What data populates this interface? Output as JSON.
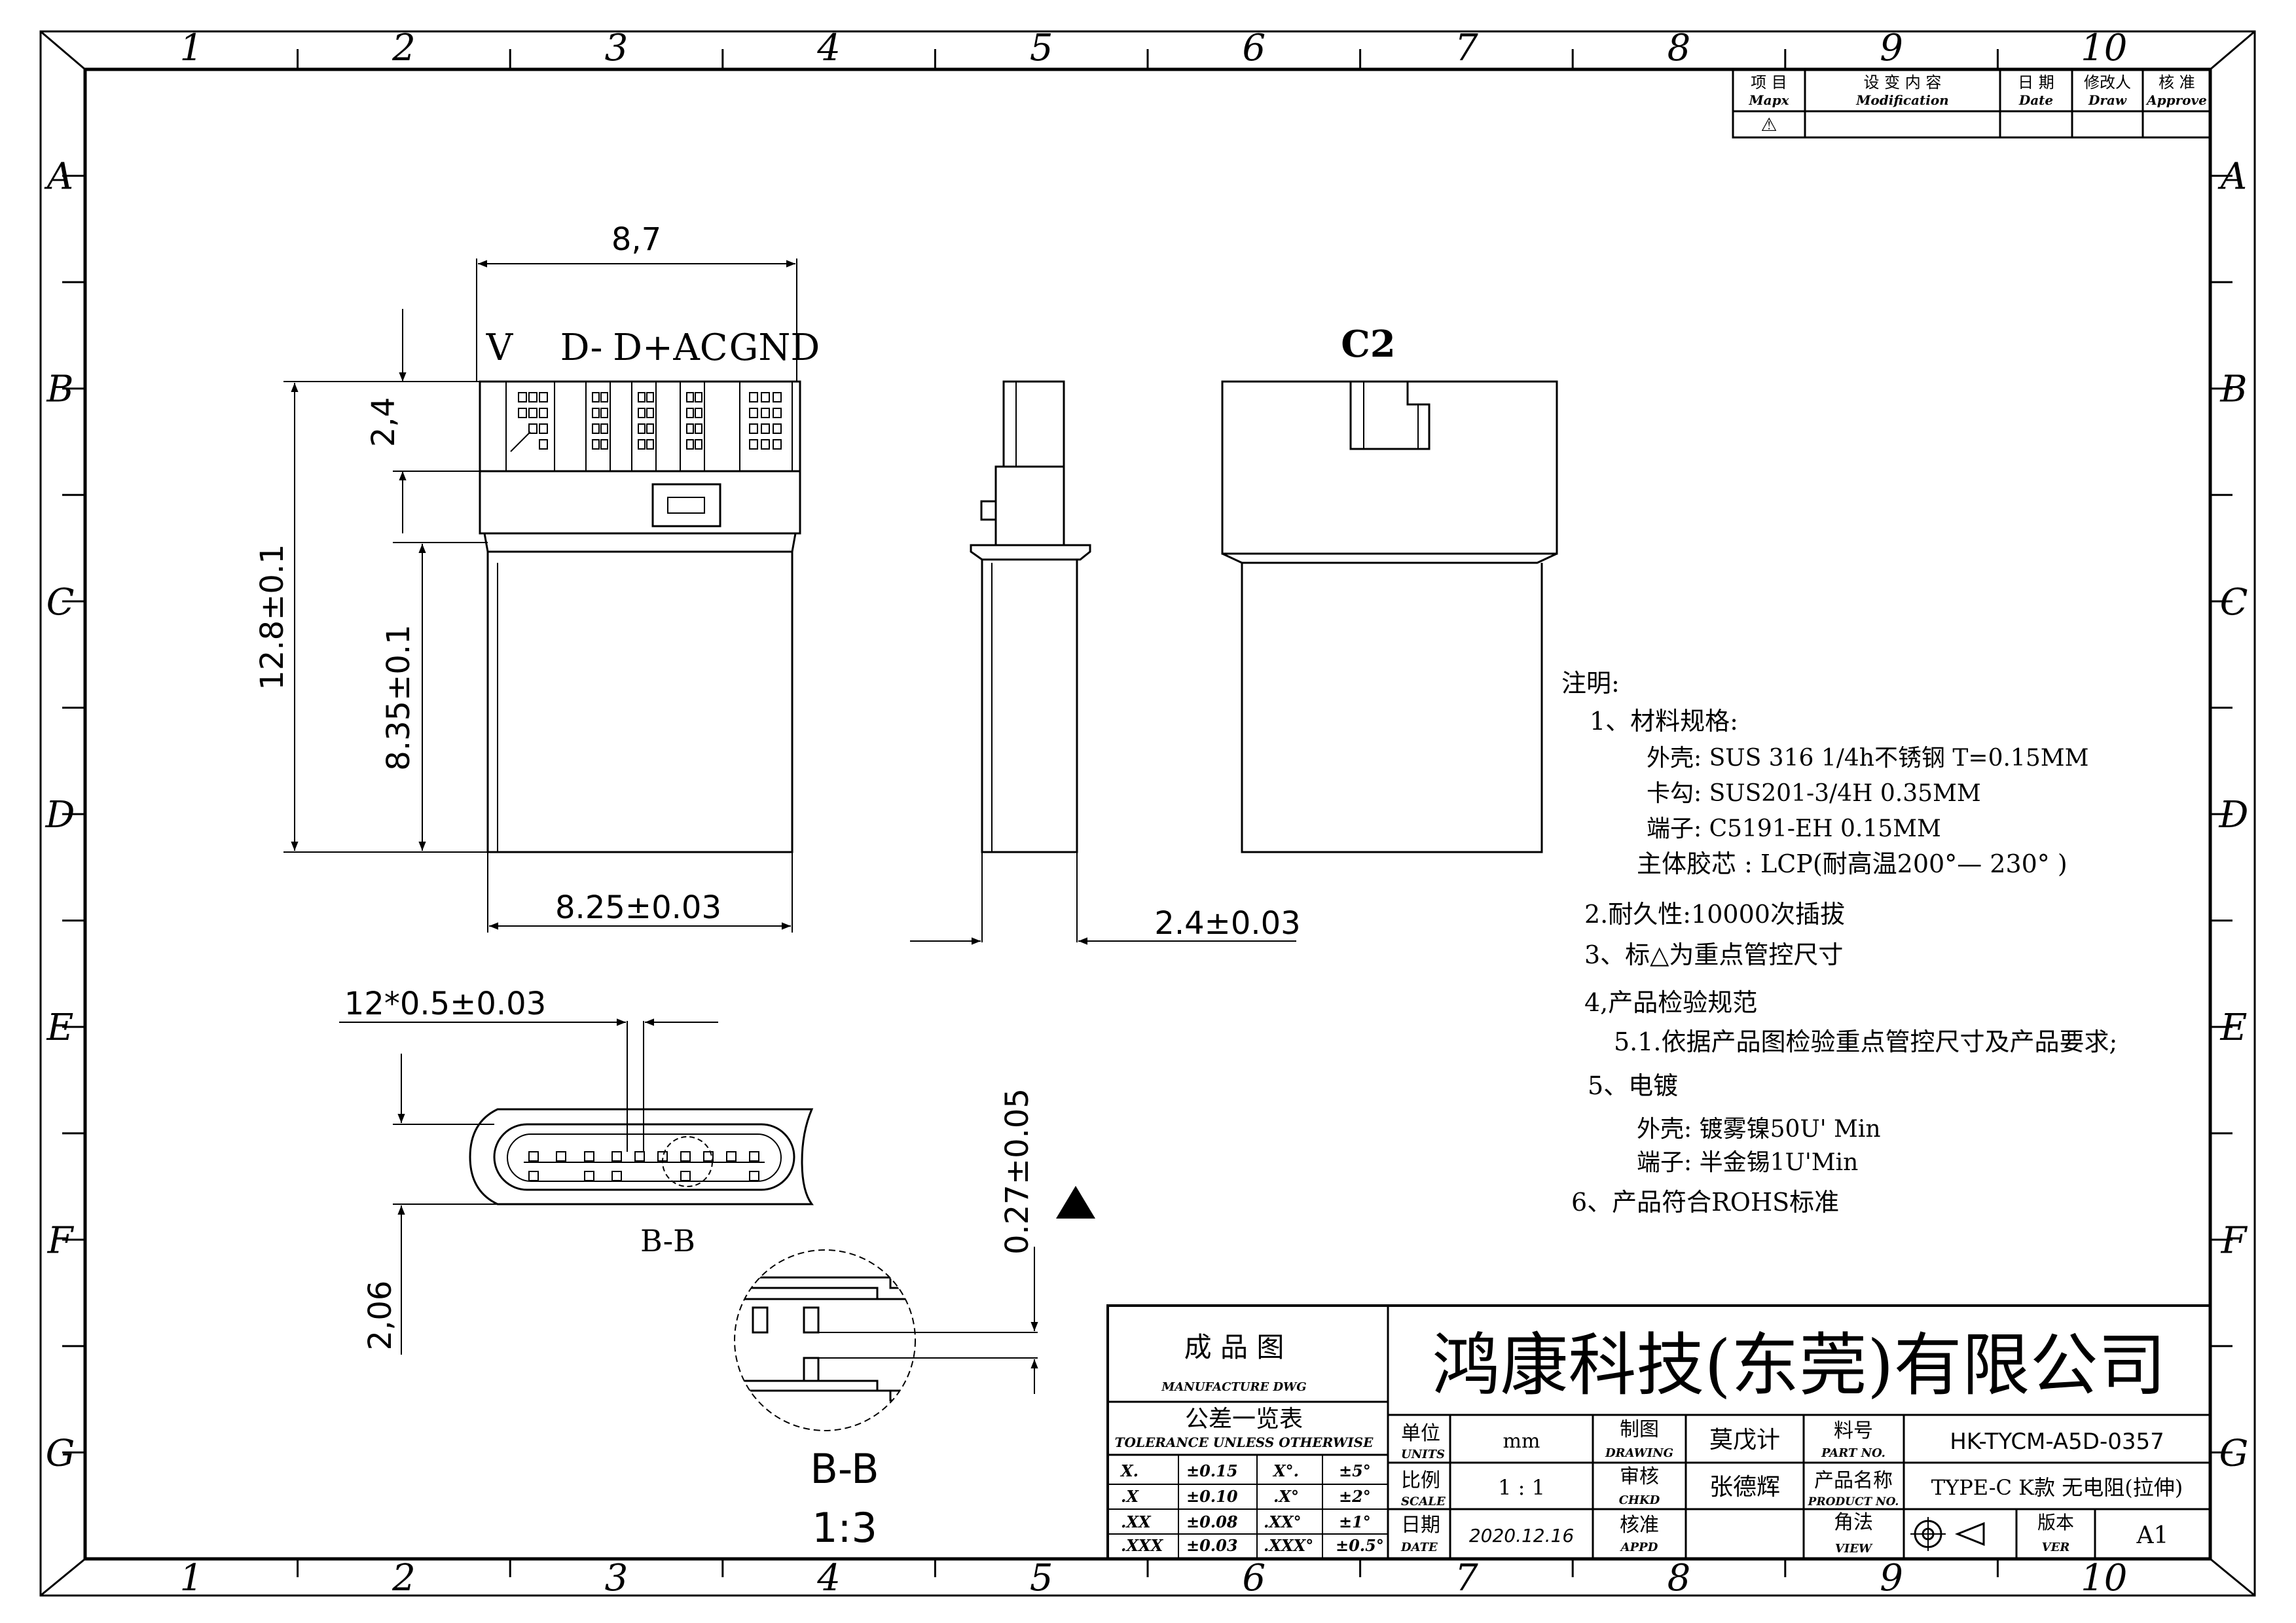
{
  "zones": {
    "columns": [
      "1",
      "2",
      "3",
      "4",
      "5",
      "6",
      "7",
      "8",
      "9",
      "10"
    ],
    "rows": [
      "A",
      "B",
      "C",
      "D",
      "E",
      "F",
      "G"
    ]
  },
  "revision_block": {
    "headers": [
      {
        "cn": "项 目",
        "en": "Mapx"
      },
      {
        "cn": "设 变 内 容",
        "en": "Modification"
      },
      {
        "cn": "日 期",
        "en": "Date"
      },
      {
        "cn": "修改人",
        "en": "Draw"
      },
      {
        "cn": "核 准",
        "en": "Approve"
      }
    ],
    "row1_mark": "⚠"
  },
  "front_view": {
    "width_top": "8,7",
    "pin_labels": [
      "V",
      "D-",
      "D+",
      "AC",
      "GND"
    ],
    "dim_2_4": "2,4",
    "dim_total": "12.8±0.1",
    "dim_plug": "8.35±0.1",
    "width_plug": "8.25±0.03"
  },
  "side_view": {
    "thickness": "2.4±0.03"
  },
  "c2_view": {
    "title": "C2"
  },
  "section_view": {
    "pitch": "12*0.5±0.03",
    "label": "B-B",
    "dim_height": "2,06"
  },
  "detail_view": {
    "dim": "0.27±0.05",
    "label": "B-B",
    "scale": "1:3"
  },
  "notes": {
    "title": "注明:",
    "lines": [
      "1、材料规格:",
      "外壳:  SUS 316 1/4h不锈钢 T=0.15MM",
      "卡勾:  SUS201-3/4H 0.35MM",
      "端子:  C5191-EH 0.15MM",
      "主体胶芯 :   LCP(耐高温200°— 230° )",
      "2.耐久性:10000次插拔",
      "3、标△为重点管控尺寸",
      "4,产品检验规范",
      "5.1.依据产品图检验重点管控尺寸及产品要求;",
      "5、电镀",
      "外壳:  镀雾镍50U' Min",
      "端子:  半金锡1U'Min",
      "6、产品符合ROHS标准"
    ]
  },
  "title_block": {
    "drawing_type_cn": "成 品 图",
    "drawing_type_en": "MANUFACTURE DWG",
    "tolerance_cn": "公差一览表",
    "tolerance_en": "TOLERANCE UNLESS OTHERWISE",
    "tolerance_rows": [
      [
        "X.",
        "±0.15",
        "X°.",
        "±5°"
      ],
      [
        ".X",
        "±0.10",
        ".X°",
        "±2°"
      ],
      [
        ".XX",
        "±0.08",
        ".XX°",
        "±1°"
      ],
      [
        ".XXX",
        "±0.03",
        ".XXX°",
        "±0.5°"
      ]
    ],
    "company": "鸿康科技(东莞)有限公司",
    "unit_label_cn": "单位",
    "unit_label_en": "UNITS",
    "unit_value": "mm",
    "drawing_label_cn": "制图",
    "drawing_label_en": "DRAWING",
    "drawing_value": "莫戊计",
    "part_label_cn": "料号",
    "part_label_en": "PART NO.",
    "part_value": "HK-TYCM-A5D-0357",
    "scale_label_cn": "比例",
    "scale_label_en": "SCALE",
    "scale_value": "1 : 1",
    "check_label_cn": "审核",
    "check_label_en": "CHKD",
    "check_value": "张德辉",
    "name_label_cn": "产品名称",
    "name_label_en": "PRODUCT NO.",
    "name_value": "TYPE-C K款 无电阻(拉伸)",
    "date_label_cn": "日期",
    "date_label_en": "DATE",
    "date_value": "2020.12.16",
    "approve_label_cn": "核准",
    "approve_label_en": "APPD",
    "view_label_cn": "角法",
    "view_label_en": "VIEW",
    "version_label_cn": "版本",
    "version_label_en": "VER",
    "version_value": "A1"
  }
}
